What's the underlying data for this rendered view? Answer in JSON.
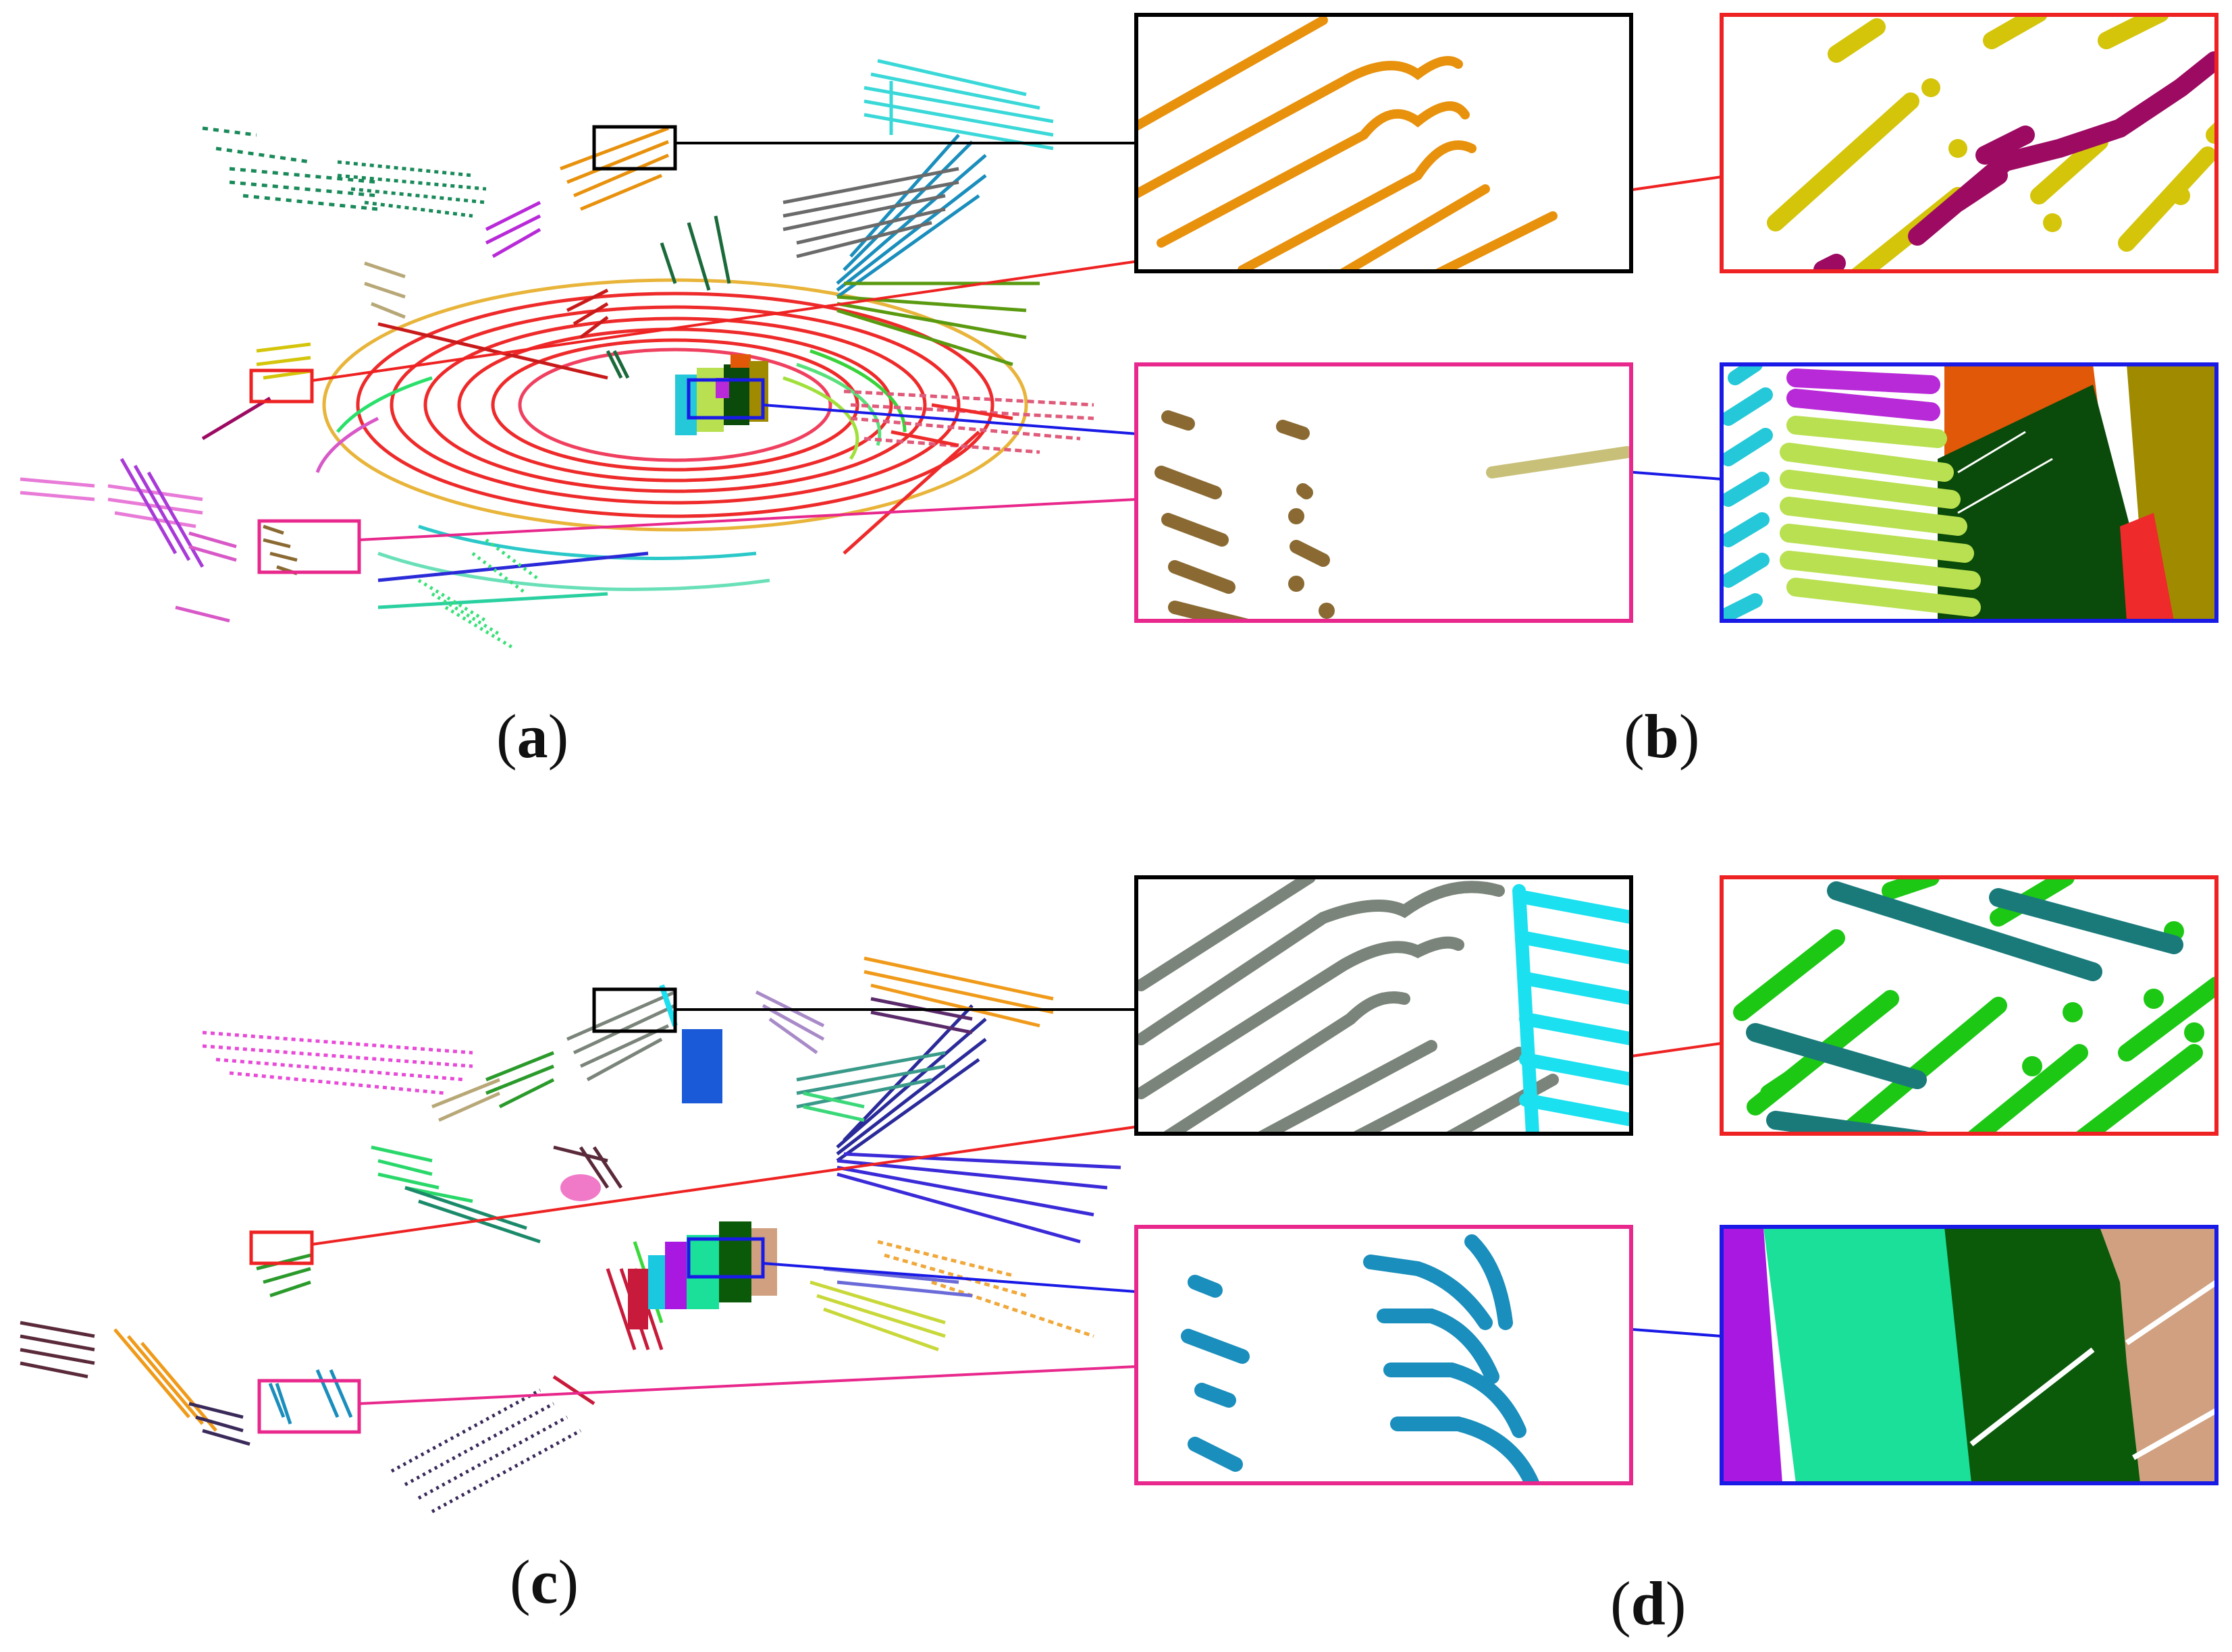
{
  "figure": {
    "panels": [
      {
        "id": "a",
        "label": "(a)",
        "bold_letter": "a"
      },
      {
        "id": "b",
        "label": "(b)",
        "bold_letter": "b"
      },
      {
        "id": "c",
        "label": "(c)",
        "bold_letter": "c"
      },
      {
        "id": "d",
        "label": "(d)",
        "bold_letter": "d"
      }
    ],
    "callout_colors": {
      "black": "#000000",
      "red": "#ee2222",
      "blue": "#1a1ae6",
      "magenta": "#e8288c"
    },
    "segment_colors_top": [
      "#e8910c",
      "#d4c40a",
      "#9c0a62",
      "#8a6a32",
      "#c8c078",
      "#24c8d8",
      "#b82ad8",
      "#b8e050",
      "#e05808",
      "#0a4a0a",
      "#a08a00",
      "#ee2a2a",
      "#2a9a9a",
      "#5a9a10"
    ],
    "segment_colors_bottom": [
      "#7a847a",
      "#1ae0f0",
      "#1cc814",
      "#1a7a7a",
      "#1a8ebc",
      "#a818e0",
      "#1ae09a",
      "#0a5a0a",
      "#d0a080",
      "#4a4ac8",
      "#f09a1a",
      "#5a2a6a"
    ]
  }
}
